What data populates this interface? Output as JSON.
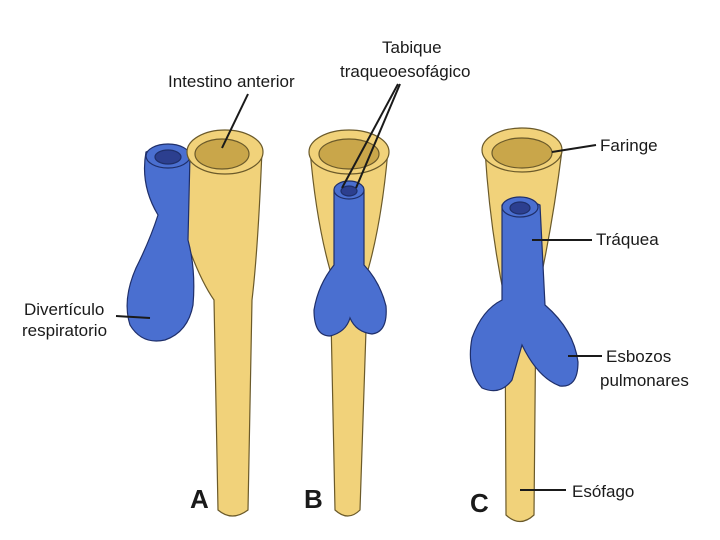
{
  "panels": {
    "a": {
      "letter": "A",
      "label_foregut": "Intestino anterior",
      "label_diverticulum_1": "Divertículo",
      "label_diverticulum_2": "respiratorio"
    },
    "b": {
      "letter": "B",
      "label_septum_1": "Tabique",
      "label_septum_2": "traqueoesofágico"
    },
    "c": {
      "letter": "C",
      "label_pharynx": "Faringe",
      "label_trachea": "Tráquea",
      "label_buds_1": "Esbozos",
      "label_buds_2": "pulmonares",
      "label_esophagus": "Esófago"
    }
  },
  "colors": {
    "endoderm_gut": "#f1d27a",
    "respiratory": "#4a6fd0",
    "background": "#ffffff"
  }
}
